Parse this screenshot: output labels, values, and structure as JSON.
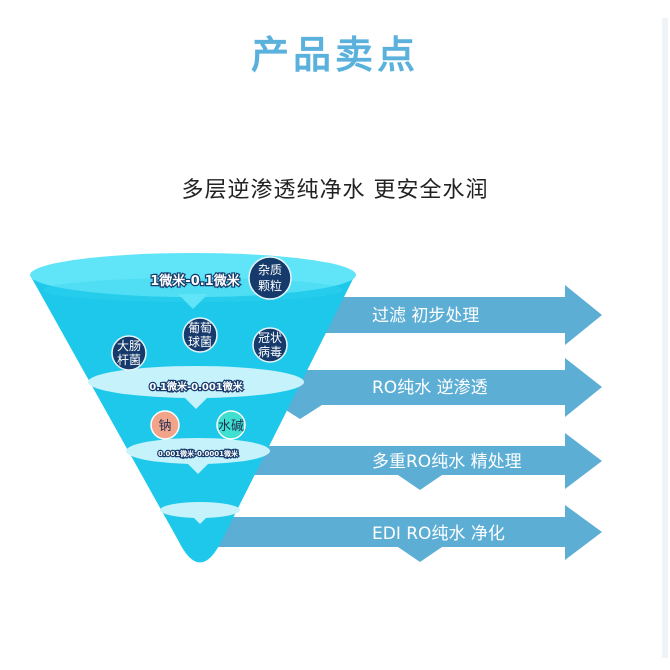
{
  "header": {
    "title": "产品卖点",
    "subtitle": "多层逆渗透纯净水  更安全水润"
  },
  "colors": {
    "title": "#5ab1dc",
    "funnel_body": "#1ec8ea",
    "funnel_top": "#5fe4f8",
    "layer_disc": "#c6f3fb",
    "arrow": "#5daed5",
    "bubble_dark": "#163a6b",
    "bubble_sodium": "#f2a48a",
    "bubble_alkali": "#3fe0cf"
  },
  "funnel": {
    "layers": [
      {
        "range_label": "1微米-0.1微米",
        "particles": [
          {
            "label_line1": "杂质",
            "label_line2": "颗粒",
            "style": "dark"
          }
        ]
      },
      {
        "range_label": "0.1微米-0.001微米",
        "particles": [
          {
            "label_line1": "大肠",
            "label_line2": "杆菌",
            "style": "dark"
          },
          {
            "label_line1": "葡萄",
            "label_line2": "球菌",
            "style": "dark"
          },
          {
            "label_line1": "冠状",
            "label_line2": "病毒",
            "style": "dark"
          }
        ]
      },
      {
        "range_label": "0.001微米-0.0001微米",
        "particles": [
          {
            "label_line1": "钠",
            "style": "sodium"
          },
          {
            "label_line1": "水碱",
            "style": "alkali"
          }
        ]
      },
      {
        "range_label": "",
        "particles": []
      }
    ]
  },
  "stages": [
    {
      "label": "过滤 初步处理"
    },
    {
      "label": "RO纯水  逆渗透"
    },
    {
      "label": "多重RO纯水  精处理"
    },
    {
      "label": "EDI  RO纯水  净化"
    }
  ]
}
